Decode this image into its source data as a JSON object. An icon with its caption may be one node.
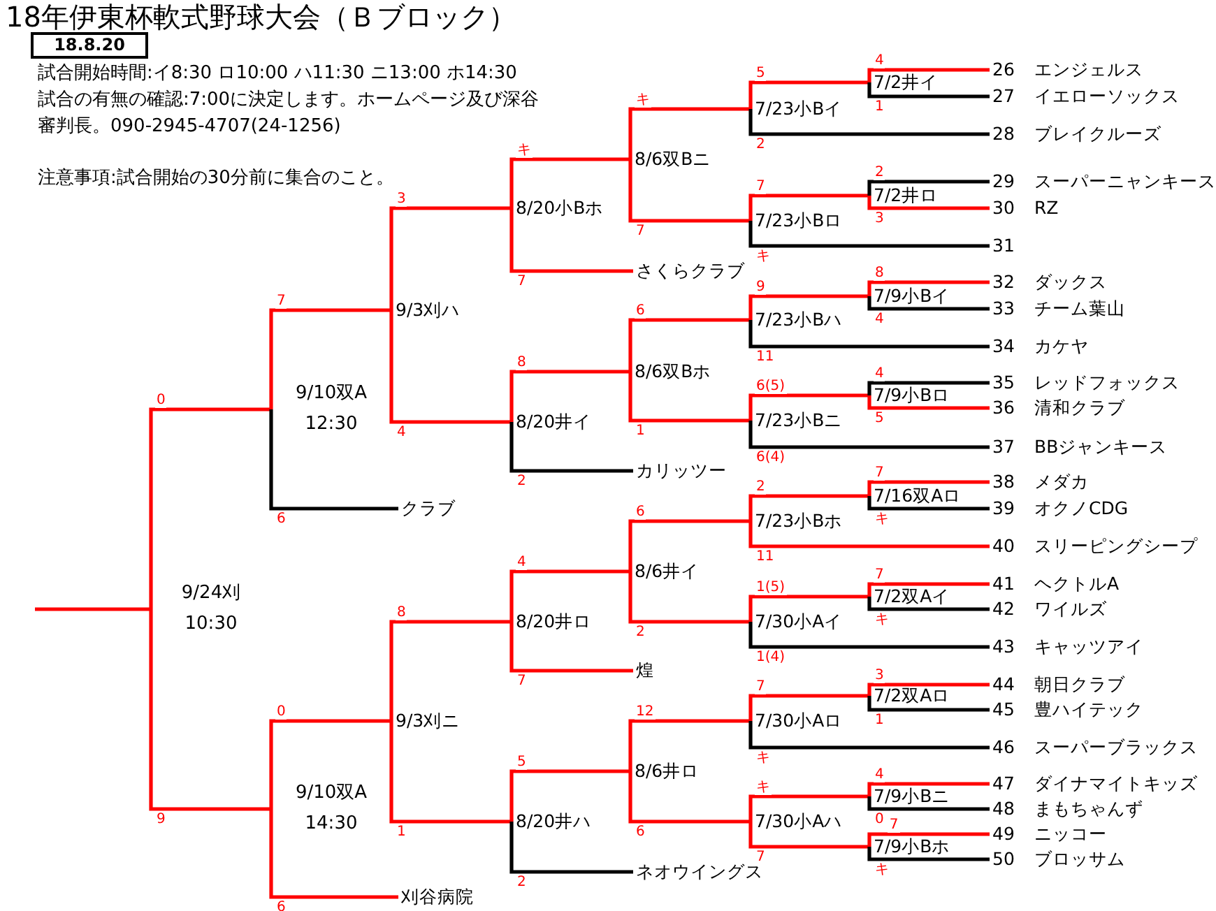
{
  "diagram": {
    "title": "18年伊東杯軟式野球大会（Ｂブロック）",
    "nodes": [
      {
        "text": [
          "18.8.20"
        ]
      },
      {
        "text": [
          "9/24刈",
          "10:30"
        ]
      },
      {
        "text": [
          "9/10双A",
          "12:30"
        ]
      },
      {
        "text": [
          "9/10双A",
          "14:30"
        ]
      },
      {
        "text": [
          "9/3刈ハ"
        ]
      },
      {
        "text": [
          "9/3刈ニ"
        ]
      },
      {
        "text": [
          "クラブ"
        ]
      },
      {
        "text": [
          "刈谷病院"
        ]
      },
      {
        "text": [
          "8/20小Bホ"
        ]
      },
      {
        "text": [
          "8/20井イ"
        ]
      },
      {
        "text": [
          "8/20井ロ"
        ]
      },
      {
        "text": [
          "8/20井ハ"
        ]
      },
      {
        "text": [
          "さくらクラブ"
        ]
      },
      {
        "text": [
          "カリッツー"
        ]
      },
      {
        "text": [
          "煌"
        ]
      },
      {
        "text": [
          "ネオウイングス"
        ]
      },
      {
        "text": [
          "8/6双Bニ"
        ]
      },
      {
        "text": [
          "8/6双Bホ"
        ]
      },
      {
        "text": [
          "8/6井イ"
        ]
      },
      {
        "text": [
          "8/6井ロ"
        ]
      },
      {
        "text": [
          "7/23小Bイ"
        ]
      },
      {
        "text": [
          "7/23小Bロ"
        ]
      },
      {
        "text": [
          "7/23小Bハ"
        ]
      },
      {
        "text": [
          "7/23小Bニ"
        ]
      },
      {
        "text": [
          "7/23小Bホ"
        ]
      },
      {
        "text": [
          "7/30小Aイ"
        ]
      },
      {
        "text": [
          "7/30小Aロ"
        ]
      },
      {
        "text": [
          "7/30小Aハ"
        ]
      },
      {
        "text": [
          "7/2井イ"
        ]
      },
      {
        "text": [
          "7/2井ロ"
        ]
      },
      {
        "text": [
          "7/9小Bイ"
        ]
      },
      {
        "text": [
          "7/9小Bロ"
        ]
      },
      {
        "text": [
          "7/16双Aロ"
        ]
      },
      {
        "text": [
          "7/2双Aイ"
        ]
      },
      {
        "text": [
          "7/2双Aロ"
        ]
      },
      {
        "text": [
          "7/9小Bニ"
        ]
      },
      {
        "text": [
          "7/9小Bホ"
        ]
      },
      {
        "text": [
          "26",
          "エンジェルス"
        ]
      },
      {
        "text": [
          "27",
          "イエローソックス"
        ]
      },
      {
        "text": [
          "28",
          "ブレイクルーズ"
        ]
      },
      {
        "text": [
          "29",
          "スーパーニャンキース"
        ]
      },
      {
        "text": [
          "30",
          "RZ"
        ]
      },
      {
        "text": [
          "31"
        ]
      },
      {
        "text": [
          "32",
          "ダックス"
        ]
      },
      {
        "text": [
          "33",
          "チーム葉山"
        ]
      },
      {
        "text": [
          "34",
          "カケヤ"
        ]
      },
      {
        "text": [
          "35",
          "レッドフォックス"
        ]
      },
      {
        "text": [
          "36",
          "清和クラブ"
        ]
      },
      {
        "text": [
          "37",
          "BBジャンキース"
        ]
      },
      {
        "text": [
          "38",
          "メダカ"
        ]
      },
      {
        "text": [
          "39",
          "オクノCDG"
        ]
      },
      {
        "text": [
          "40",
          "スリーピングシープ"
        ]
      },
      {
        "text": [
          "41",
          "ヘクトルA"
        ]
      },
      {
        "text": [
          "42",
          "ワイルズ"
        ]
      },
      {
        "text": [
          "43",
          "キャッツアイ"
        ]
      },
      {
        "text": [
          "44",
          "朝日クラブ"
        ]
      },
      {
        "text": [
          "45",
          "豊ハイテック"
        ]
      },
      {
        "text": [
          "46",
          "スーパーブラックス"
        ]
      },
      {
        "text": [
          "47",
          "ダイナマイトキッズ"
        ]
      },
      {
        "text": [
          "48",
          "まもちゃんず"
        ]
      },
      {
        "text": [
          "49",
          "ニッコー"
        ]
      },
      {
        "text": [
          "50",
          "ブロッサム"
        ]
      }
    ],
    "edges": [
      {
        "from": 2,
        "to": 1,
        "arrow": "none",
        "label": "0"
      },
      {
        "from": 3,
        "to": 1,
        "arrow": "none",
        "label": "9"
      },
      {
        "from": 1,
        "to": null,
        "arrow": "none"
      },
      {
        "from": 4,
        "to": 2,
        "arrow": "none",
        "label": "7"
      },
      {
        "from": 6,
        "to": 2,
        "arrow": "none",
        "label": "6",
        "color": "#000000"
      },
      {
        "from": 5,
        "to": 3,
        "arrow": "none",
        "label": "0"
      },
      {
        "from": 7,
        "to": 3,
        "arrow": "none",
        "label": "6"
      },
      {
        "from": 8,
        "to": 4,
        "arrow": "none",
        "label": "3"
      },
      {
        "from": 9,
        "to": 4,
        "arrow": "none",
        "label": "4"
      },
      {
        "from": 10,
        "to": 5,
        "arrow": "none",
        "label": "8"
      },
      {
        "from": 11,
        "to": 5,
        "arrow": "none",
        "label": "1"
      },
      {
        "from": 16,
        "to": 8,
        "arrow": "none",
        "label": "キ"
      },
      {
        "from": 12,
        "to": 8,
        "arrow": "none",
        "label": "7"
      },
      {
        "from": 17,
        "to": 9,
        "arrow": "none",
        "label": "8"
      },
      {
        "from": 13,
        "to": 9,
        "arrow": "none",
        "label": "2",
        "color": "#000000"
      },
      {
        "from": 18,
        "to": 10,
        "arrow": "none",
        "label": "4"
      },
      {
        "from": 14,
        "to": 10,
        "arrow": "none",
        "label": "7"
      },
      {
        "from": 19,
        "to": 11,
        "arrow": "none",
        "label": "5"
      },
      {
        "from": 15,
        "to": 11,
        "arrow": "none",
        "label": "2",
        "color": "#000000"
      },
      {
        "from": 20,
        "to": 16,
        "arrow": "none",
        "label": "キ"
      },
      {
        "from": 21,
        "to": 16,
        "arrow": "none",
        "label": "7"
      },
      {
        "from": 22,
        "to": 17,
        "arrow": "none",
        "label": "6"
      },
      {
        "from": 23,
        "to": 17,
        "arrow": "none",
        "label": "1"
      },
      {
        "from": 24,
        "to": 18,
        "arrow": "none",
        "label": "6"
      },
      {
        "from": 25,
        "to": 18,
        "arrow": "none",
        "label": "2"
      },
      {
        "from": 26,
        "to": 19,
        "arrow": "none",
        "label": "12"
      },
      {
        "from": 27,
        "to": 19,
        "arrow": "none",
        "label": "6"
      },
      {
        "from": 28,
        "to": 20,
        "arrow": "none",
        "label": "5"
      },
      {
        "from": 39,
        "to": 20,
        "arrow": "none",
        "label": "2",
        "color": "#000000"
      },
      {
        "from": 29,
        "to": 21,
        "arrow": "none",
        "label": "7"
      },
      {
        "from": 42,
        "to": 21,
        "arrow": "none",
        "label": "キ",
        "color": "#000000"
      },
      {
        "from": 30,
        "to": 22,
        "arrow": "none",
        "label": "9"
      },
      {
        "from": 45,
        "to": 22,
        "arrow": "none",
        "label": "11",
        "color": "#000000"
      },
      {
        "from": 31,
        "to": 23,
        "arrow": "none",
        "label": "6(5)"
      },
      {
        "from": 48,
        "to": 23,
        "arrow": "none",
        "label": "6(4)",
        "color": "#000000"
      },
      {
        "from": 32,
        "to": 24,
        "arrow": "none",
        "label": "2"
      },
      {
        "from": 51,
        "to": 24,
        "arrow": "none",
        "label": "11"
      },
      {
        "from": 33,
        "to": 25,
        "arrow": "none",
        "label": "1(5)"
      },
      {
        "from": 54,
        "to": 25,
        "arrow": "none",
        "label": "1(4)",
        "color": "#000000"
      },
      {
        "from": 34,
        "to": 26,
        "arrow": "none",
        "label": "7"
      },
      {
        "from": 57,
        "to": 26,
        "arrow": "none",
        "label": "キ",
        "color": "#000000"
      },
      {
        "from": 35,
        "to": 27,
        "arrow": "none",
        "label": "キ"
      },
      {
        "from": 36,
        "to": 27,
        "arrow": "none",
        "label": "7"
      },
      {
        "from": 37,
        "to": 28,
        "arrow": "none",
        "label": "4"
      },
      {
        "from": 38,
        "to": 28,
        "arrow": "none",
        "label": "1",
        "color": "#000000"
      },
      {
        "from": 40,
        "to": 29,
        "arrow": "none",
        "label": "2",
        "color": "#000000"
      },
      {
        "from": 41,
        "to": 29,
        "arrow": "none",
        "label": "3"
      },
      {
        "from": 43,
        "to": 30,
        "arrow": "none",
        "label": "8"
      },
      {
        "from": 44,
        "to": 30,
        "arrow": "none",
        "label": "4",
        "color": "#000000"
      },
      {
        "from": 46,
        "to": 31,
        "arrow": "none",
        "label": "4",
        "color": "#000000"
      },
      {
        "from": 47,
        "to": 31,
        "arrow": "none",
        "label": "5"
      },
      {
        "from": 49,
        "to": 32,
        "arrow": "none",
        "label": "7"
      },
      {
        "from": 50,
        "to": 32,
        "arrow": "none",
        "label": "キ",
        "color": "#000000"
      },
      {
        "from": 52,
        "to": 33,
        "arrow": "none",
        "label": "7"
      },
      {
        "from": 53,
        "to": 33,
        "arrow": "none",
        "label": "キ",
        "color": "#000000"
      },
      {
        "from": 55,
        "to": 34,
        "arrow": "none",
        "label": "3"
      },
      {
        "from": 56,
        "to": 34,
        "arrow": "none",
        "label": "1",
        "color": "#000000"
      },
      {
        "from": 58,
        "to": 35,
        "arrow": "none",
        "label": "4"
      },
      {
        "from": 59,
        "to": 35,
        "arrow": "none",
        "label": "0",
        "color": "#000000"
      },
      {
        "from": 60,
        "to": 36,
        "arrow": "none",
        "label": "7"
      },
      {
        "from": 61,
        "to": 36,
        "arrow": "none",
        "label": "キ",
        "color": "#000000"
      }
    ],
    "labels": [
      "試合開始時間:イ8:30 ロ10:00 ハ11:30 ニ13:00 ホ14:30",
      "試合の有無の確認:7:00に決定します。ホームページ及び深谷審判長。090-2945-4707(24-1256)",
      "注意事項:試合開始の30分前に集合のこと。"
    ]
  }
}
